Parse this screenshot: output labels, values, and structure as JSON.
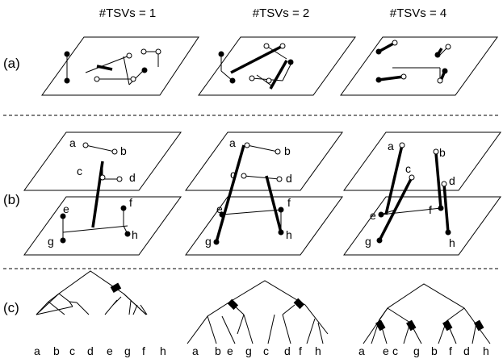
{
  "headers": [
    "#TSVs = 1",
    "#TSVs = 2",
    "#TSVs = 4"
  ],
  "row_labels": [
    "(a)",
    "(b)",
    "(c)"
  ],
  "nodes_b": [
    [
      "a",
      "b",
      "c",
      "d",
      "e",
      "f",
      "g",
      "h"
    ],
    [
      "a",
      "b",
      "c",
      "d",
      "e",
      "f",
      "g",
      "h"
    ],
    [
      "a",
      "b",
      "c",
      "d",
      "e",
      "f",
      "g",
      "h"
    ]
  ],
  "leaves_c": [
    [
      "a",
      "b",
      "c",
      "d",
      "e",
      "g",
      "f",
      "h"
    ],
    [
      "a",
      "b",
      "e",
      "g",
      "c",
      "d",
      "f",
      "h"
    ],
    [
      "a",
      "e",
      "c",
      "g",
      "b",
      "f",
      "d",
      "h"
    ]
  ]
}
